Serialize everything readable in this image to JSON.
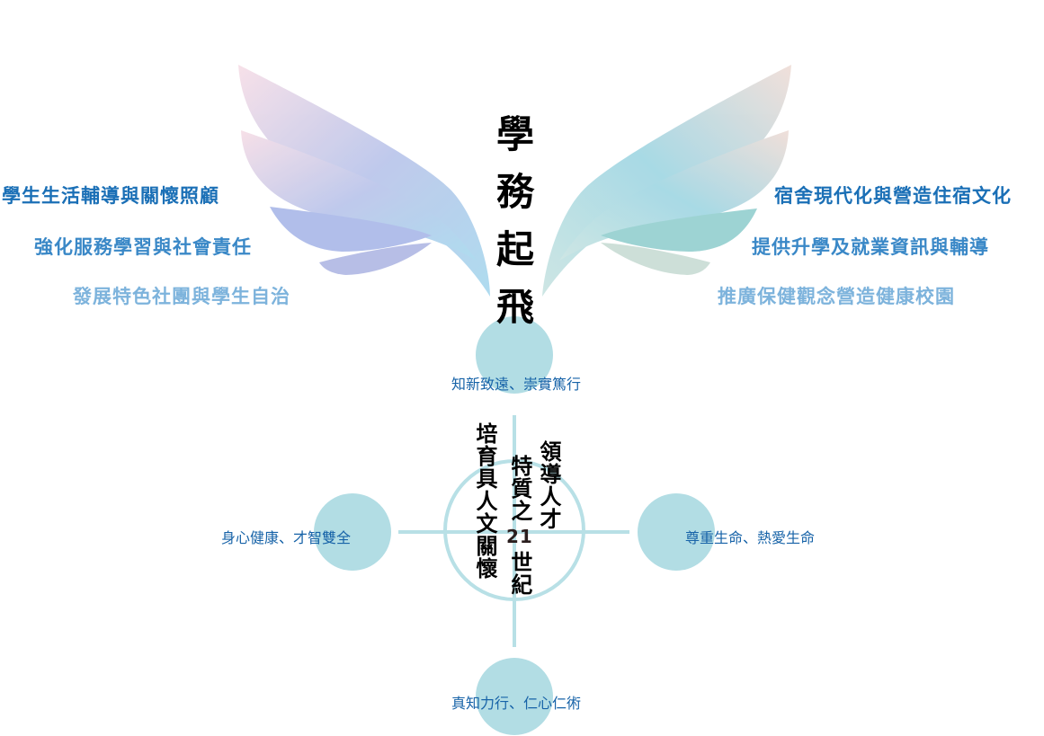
{
  "title": [
    "學",
    "務",
    "起",
    "飛"
  ],
  "left_goals": [
    "學生生活輔導與關懷照顧",
    "強化服務學習與社會責任",
    "發展特色社團與學生自治"
  ],
  "right_goals": [
    "宿舍現代化與營造住宿文化",
    "提供升學及就業資訊與輔導",
    "推廣保健觀念營造健康校園"
  ],
  "circles": {
    "top": "知新致遠、崇實篤行",
    "left": "身心健康、才智雙全",
    "right": "尊重生命、熱愛生命",
    "bottom": "真知力行、仁心仁術"
  },
  "center": {
    "col1": "培育具人文關懷",
    "col2_a": "特質之",
    "col2_num": "21",
    "col2_b": "世紀",
    "col3": "領導人才"
  },
  "colors": {
    "goal1": "#1a6fb6",
    "goal2": "#3a88c7",
    "goal3": "#7db3dc",
    "circle": "#b2dde4",
    "label": "#1763a8"
  }
}
